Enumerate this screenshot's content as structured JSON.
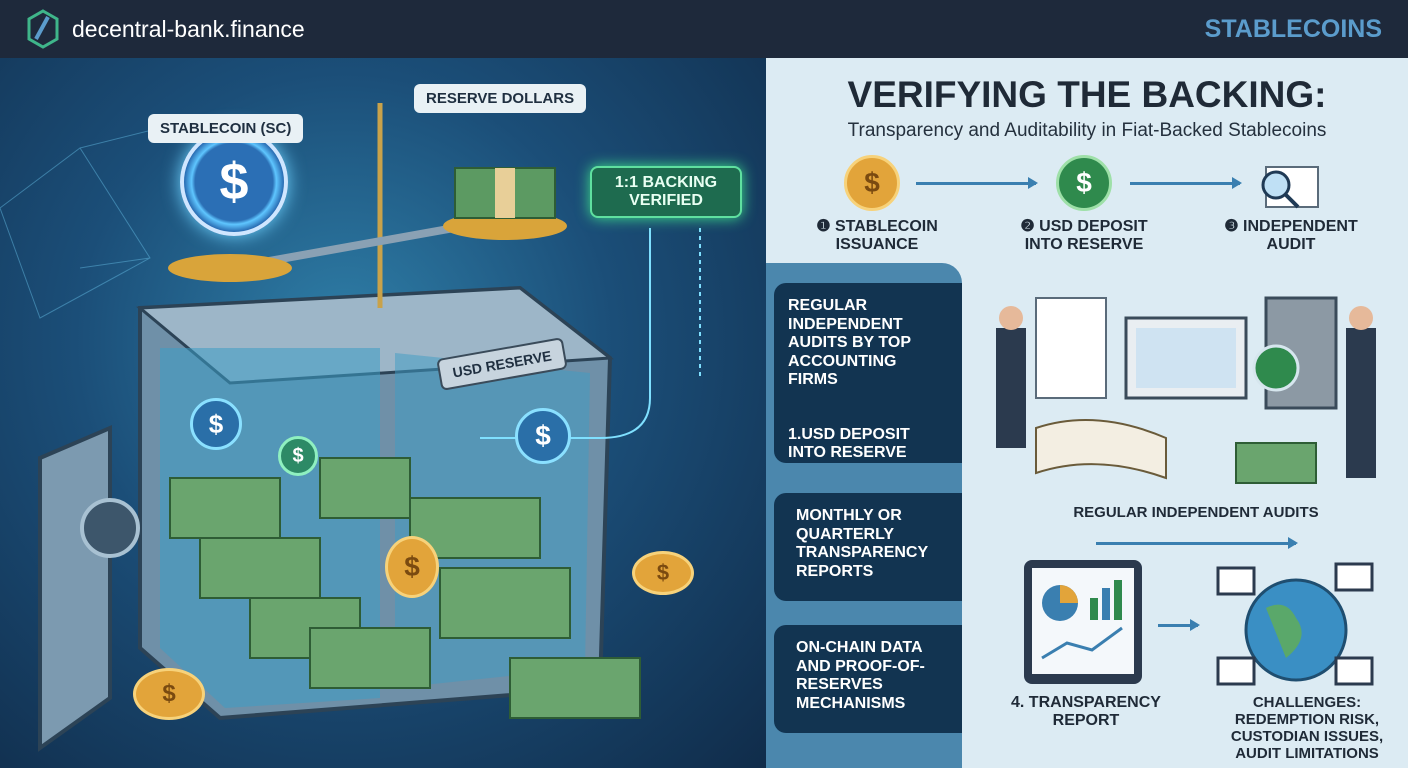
{
  "header": {
    "brand": "decentral-bank.finance",
    "category": "STABLECOINS"
  },
  "illustration": {
    "stablecoin_label": "STABLECOIN (SC)",
    "reserve_dollars_label": "RESERVE DOLLARS",
    "backing_verified": "1:1 BACKING VERIFIED",
    "vault_label": "USD RESERVE",
    "coin_symbol": "$"
  },
  "main": {
    "title": "VERIFYING THE BACKING:",
    "subtitle": "Transparency and Auditability in Fiat-Backed Stablecoins",
    "steps": [
      {
        "label": "❶ STABLECOIN ISSUANCE",
        "icon": "gold-coin-icon"
      },
      {
        "label": "❷ USD DEPOSIT INTO RESERVE",
        "icon": "green-coin-icon"
      },
      {
        "label": "❸ INDEPENDENT AUDIT",
        "icon": "magnifier-document-icon"
      }
    ],
    "audit_caption": "REGULAR INDEPENDENT AUDITS",
    "report_caption": "4. TRANSPARENCY REPORT",
    "challenges_caption": "CHALLENGES: REDEMPTION RISK, CUSTODIAN ISSUES, AUDIT LIMITATIONS"
  },
  "sidebar": {
    "cards": [
      {
        "lines": [
          "REGULAR INDEPENDENT AUDITS BY TOP ACCOUNTING FIRMS",
          "1.USD DEPOSIT INTO RESERVE"
        ]
      },
      {
        "lines": [
          "MONTHLY OR QUARTERLY TRANSPARENCY REPORTS"
        ]
      },
      {
        "lines": [
          "ON-CHAIN DATA AND PROOF-OF-RESERVES MECHANISMS"
        ]
      }
    ]
  },
  "colors": {
    "header_bg": "#1e293b",
    "accent": "#5b9ccc",
    "card_bg": "#123451",
    "verified_green": "#1e6b4f"
  }
}
